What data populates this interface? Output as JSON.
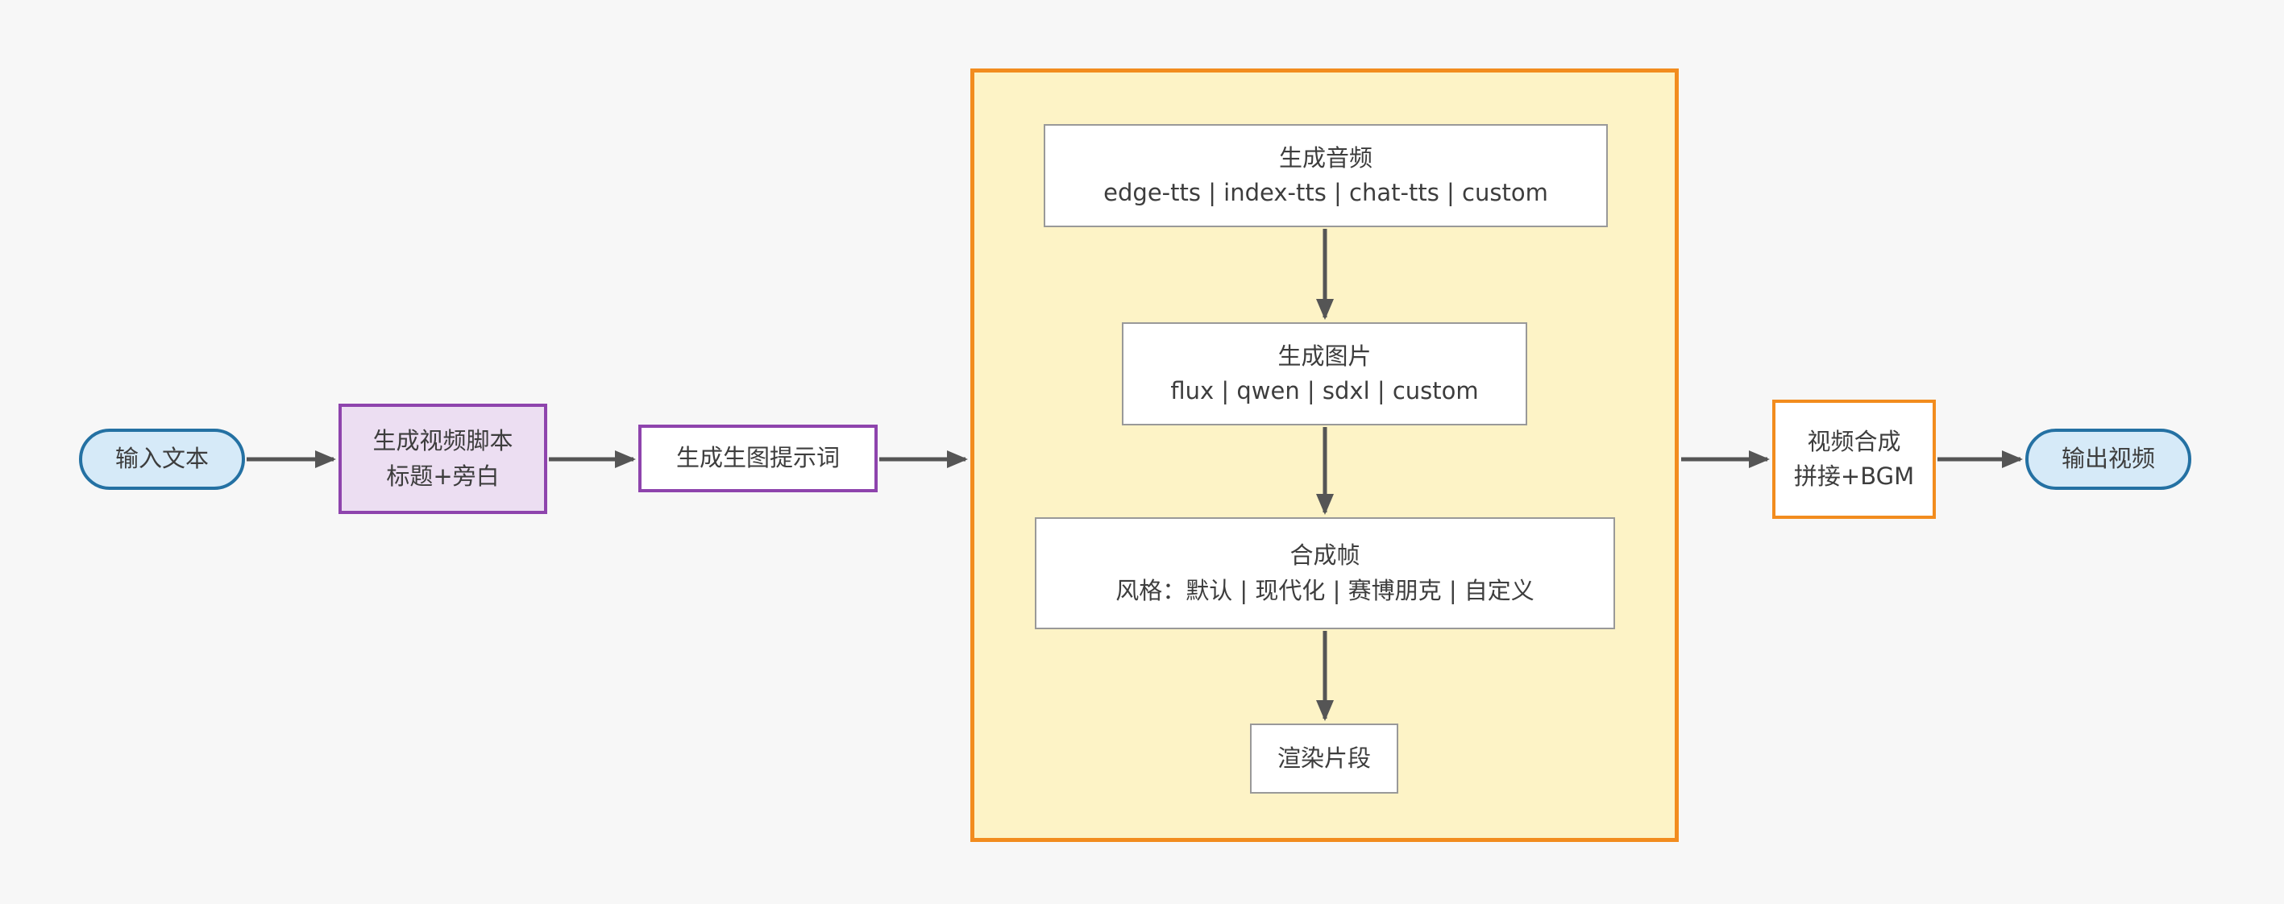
{
  "diagram": {
    "nodes": {
      "input": {
        "label": "输入文本"
      },
      "script": {
        "title": "生成视频脚本",
        "subtitle": "标题+旁白"
      },
      "prompt": {
        "label": "生成生图提示词"
      },
      "audio": {
        "title": "生成音频",
        "subtitle": "edge-tts | index-tts | chat-tts | custom"
      },
      "image": {
        "title": "生成图片",
        "subtitle": "flux | qwen | sdxl | custom"
      },
      "frames": {
        "title": "合成帧",
        "subtitle": "风格：默认 | 现代化 | 赛博朋克 | 自定义"
      },
      "render": {
        "label": "渲染片段"
      },
      "compose": {
        "title": "视频合成",
        "subtitle": "拼接+BGM"
      },
      "output": {
        "label": "输出视频"
      }
    },
    "colors": {
      "background": "#f7f7f7",
      "terminal_fill": "#d6eaf8",
      "terminal_stroke": "#2471a3",
      "purple_fill": "#ecdef2",
      "purple_stroke": "#8e44ad",
      "container_fill": "#fdf3c6",
      "container_stroke": "#f28c1e",
      "box_stroke": "#999999",
      "arrow": "#555555",
      "text": "#3d3d3d"
    }
  }
}
